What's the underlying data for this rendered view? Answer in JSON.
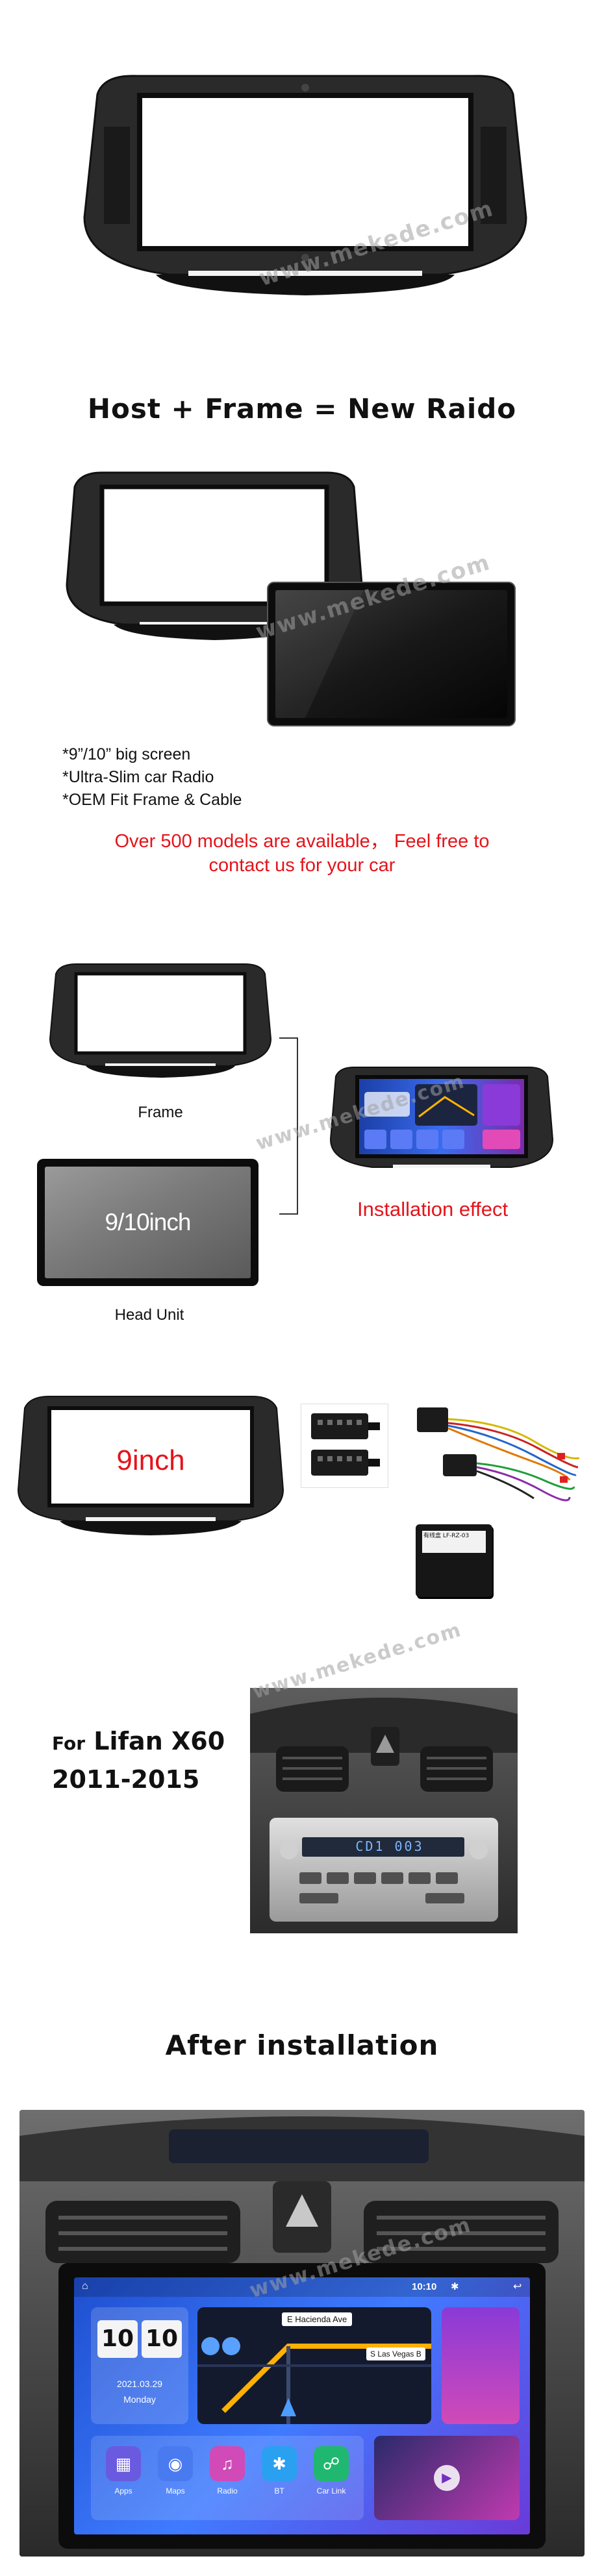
{
  "watermark": "www.mekede.com",
  "section_heading": "Host + Frame = New Raido",
  "features": [
    "*9”/10” big screen",
    "*Ultra-Slim car Radio",
    "*OEM Fit Frame & Cable"
  ],
  "models_note_line1": "Over 500 models are available， Feel free to",
  "models_note_line2": "contact us for your car",
  "frame_label": "Frame",
  "screen_size_label": "9/10inch",
  "head_unit_label": "Head Unit",
  "installation_effect_label": "Installation effect",
  "nine_inch_label": "9inch",
  "canbus_box_text": "有线盒 LF-RZ-03",
  "vehicle_for": "For",
  "vehicle_model": "Lifan X60",
  "vehicle_years": "2011-2015",
  "after_heading": "After installation",
  "stock_radio_display": "CD1 003",
  "headunit_screen": {
    "time_status": "10:10",
    "clock_hour": "10",
    "clock_minute": "10",
    "date": "2021.03.29",
    "weekday": "Monday",
    "nav_street1": "E Hacienda Ave",
    "nav_street2": "S Las Vegas B",
    "apps": [
      "Apps",
      "Maps",
      "Radio",
      "BT",
      "Car Link"
    ]
  },
  "colors": {
    "accent_red": "#e4141b",
    "frame_black": "#1c1c1c",
    "screen_blue": "#2a5fd8"
  }
}
